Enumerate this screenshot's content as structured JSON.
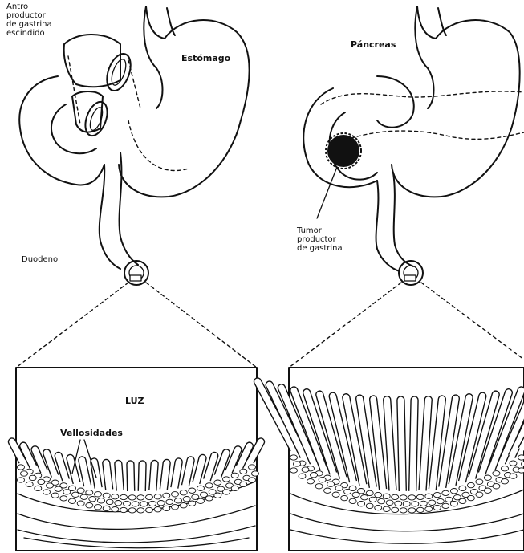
{
  "labels": {
    "antro_line1": "Antro",
    "antro_line2": "productor",
    "antro_line3": "de gastrina",
    "antro_line4": "escindido",
    "estomago": "Estómago",
    "duodeno": "Duodeno",
    "pancreas": "Páncreas",
    "tumor_line1": "Tumor",
    "tumor_line2": "productor",
    "tumor_line3": "de gastrina",
    "luz": "LUZ",
    "vellosidades": "Vellosidades"
  },
  "panels": {
    "left_villi_count": 22,
    "right_villi_count": 24
  }
}
